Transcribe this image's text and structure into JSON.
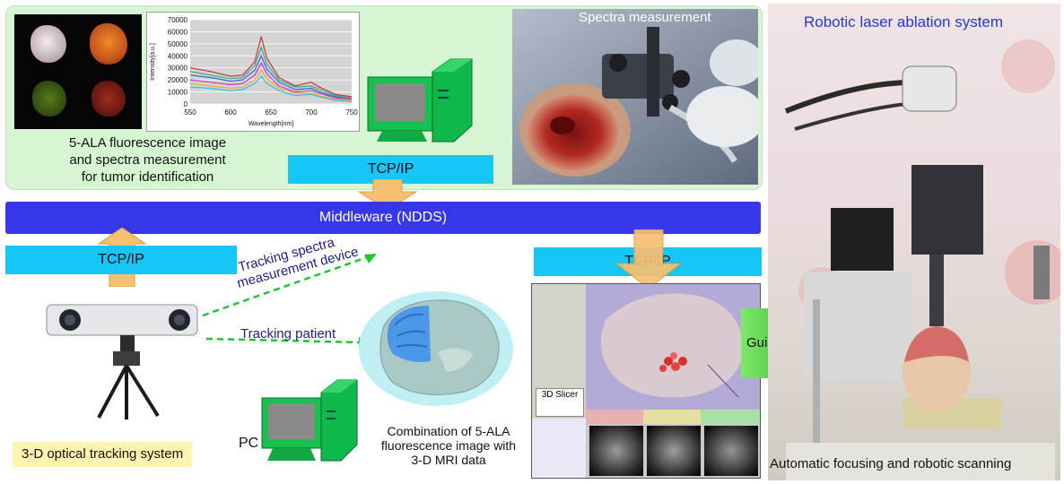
{
  "top_panel": {
    "fluorescence_caption_lines": [
      "5-ALA fluorescence image",
      "and spectra measurement",
      "for tumor identification"
    ],
    "photo_title": "Spectra measurement",
    "tcp_label": "TCP/IP"
  },
  "middleware": {
    "label": "Middleware (NDDS)"
  },
  "left_section": {
    "tcp_label": "TCP/IP",
    "tracking_system_label": "3-D optical tracking system",
    "arrow_label_1_lines": [
      "Tracking spectra",
      "measurement device"
    ],
    "arrow_label_2": "Tracking patient",
    "pc_label": "PC"
  },
  "center_section": {
    "tcp_label": "TCP/IP",
    "combination_caption_lines": [
      "Combination of 5-ALA",
      "fluorescence image with",
      "3-D MRI data"
    ],
    "slicer_logo_text": "3D Slicer"
  },
  "guidance": {
    "label": "Guidance"
  },
  "right_panel": {
    "title": "Robotic laser ablation system",
    "caption": "Automatic focusing and robotic scanning"
  },
  "chart_data": {
    "type": "line",
    "title": "",
    "xlabel": "Wavelength[nm]",
    "ylabel": "Intensity[a.u.]",
    "xlim": [
      550,
      750
    ],
    "ylim": [
      0,
      70000
    ],
    "x_ticks": [
      550,
      600,
      650,
      700,
      750
    ],
    "y_ticks": [
      0,
      10000,
      20000,
      30000,
      40000,
      50000,
      60000,
      70000
    ],
    "x": [
      550,
      575,
      600,
      615,
      630,
      638,
      645,
      660,
      680,
      700,
      710,
      730,
      750
    ],
    "series": [
      {
        "color": "#cc3333",
        "values": [
          30000,
          27000,
          23000,
          24000,
          35000,
          56000,
          38000,
          22000,
          15000,
          18000,
          14000,
          8000,
          6000
        ]
      },
      {
        "color": "#33aa88",
        "values": [
          27000,
          24000,
          21000,
          22000,
          32000,
          47000,
          33000,
          20000,
          14000,
          15000,
          12000,
          7000,
          5000
        ]
      },
      {
        "color": "#3366cc",
        "values": [
          24000,
          22000,
          19000,
          20000,
          28000,
          40000,
          29000,
          18000,
          12000,
          13000,
          10000,
          6000,
          4000
        ]
      },
      {
        "color": "#cc33cc",
        "values": [
          20000,
          18000,
          16000,
          17000,
          24000,
          34000,
          25000,
          15000,
          10000,
          11000,
          9000,
          5000,
          4000
        ]
      },
      {
        "color": "#e6b020",
        "values": [
          17000,
          15000,
          13000,
          14000,
          20000,
          28000,
          21000,
          13000,
          9000,
          9000,
          7000,
          4000,
          3000
        ]
      },
      {
        "color": "#33bbee",
        "values": [
          14000,
          13000,
          11000,
          12000,
          17000,
          23000,
          17000,
          11000,
          7000,
          8000,
          6000,
          3000,
          2000
        ]
      }
    ]
  }
}
